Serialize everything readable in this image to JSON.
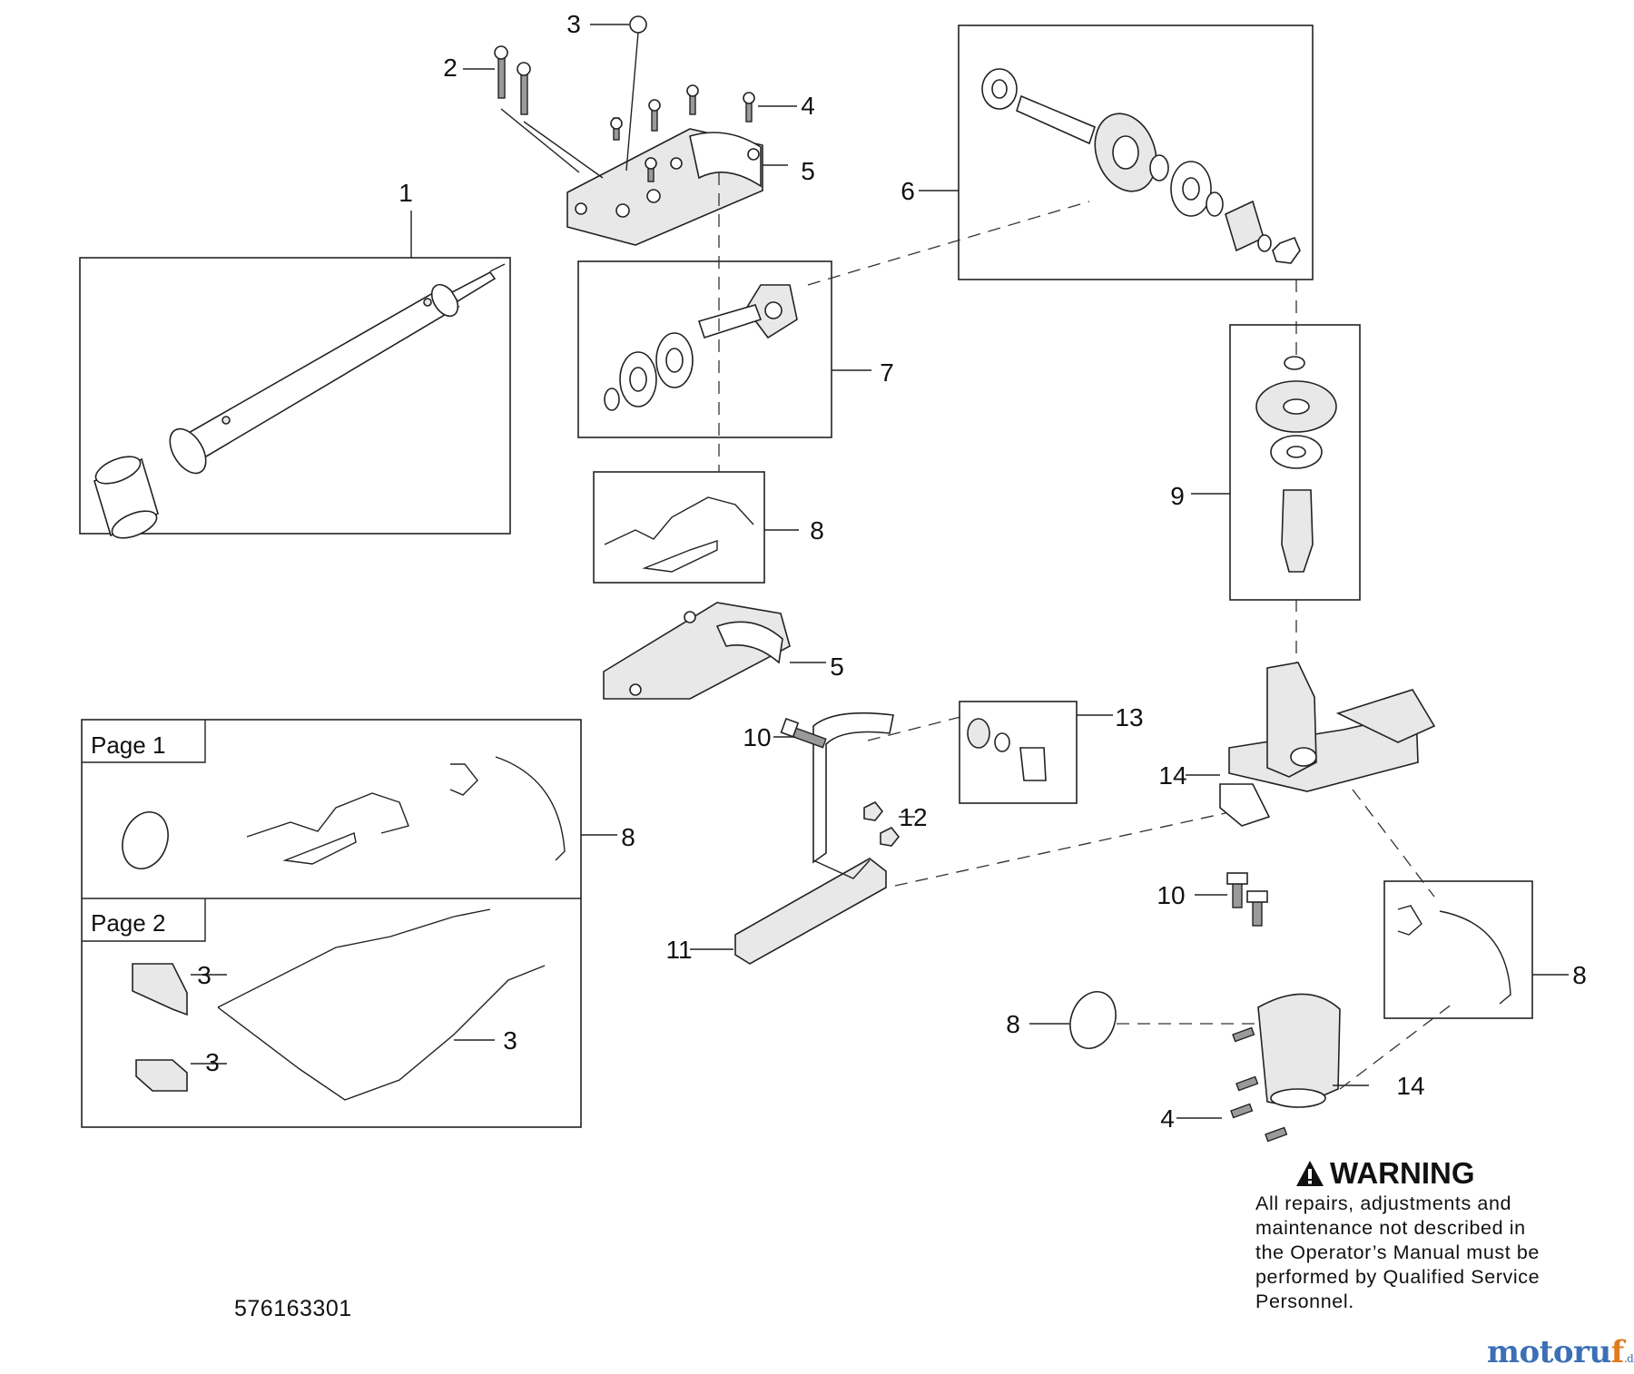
{
  "callouts": {
    "c1": "1",
    "c2": "2",
    "c3_top": "3",
    "c4_top": "4",
    "c5_top": "5",
    "c6": "6",
    "c7": "7",
    "c8_kit": "8",
    "c5_lower": "5",
    "c9": "9",
    "c10_left": "10",
    "c13": "13",
    "c14_upper": "14",
    "c12": "12",
    "c8_page1": "8",
    "c11": "11",
    "c10_right": "10",
    "c8_right": "8",
    "c3_block": "3",
    "c3_gasket": "3",
    "c3_small": "3",
    "c8_oring": "8",
    "c14_lower": "14",
    "c4_lower": "4"
  },
  "page_boxes": {
    "page1_label": "Page 1",
    "page2_label": "Page 2"
  },
  "warning": {
    "title": "WARNING",
    "icon": "warning-triangle-icon",
    "lines": [
      "All repairs, adjustments and",
      "maintenance not described in",
      "the Operator’s Manual must be",
      "performed by Qualified Service",
      "Personnel."
    ]
  },
  "part_number": "576163301",
  "watermark": {
    "main_a": "motoru",
    "main_b": "f",
    "suffix": ".de"
  }
}
